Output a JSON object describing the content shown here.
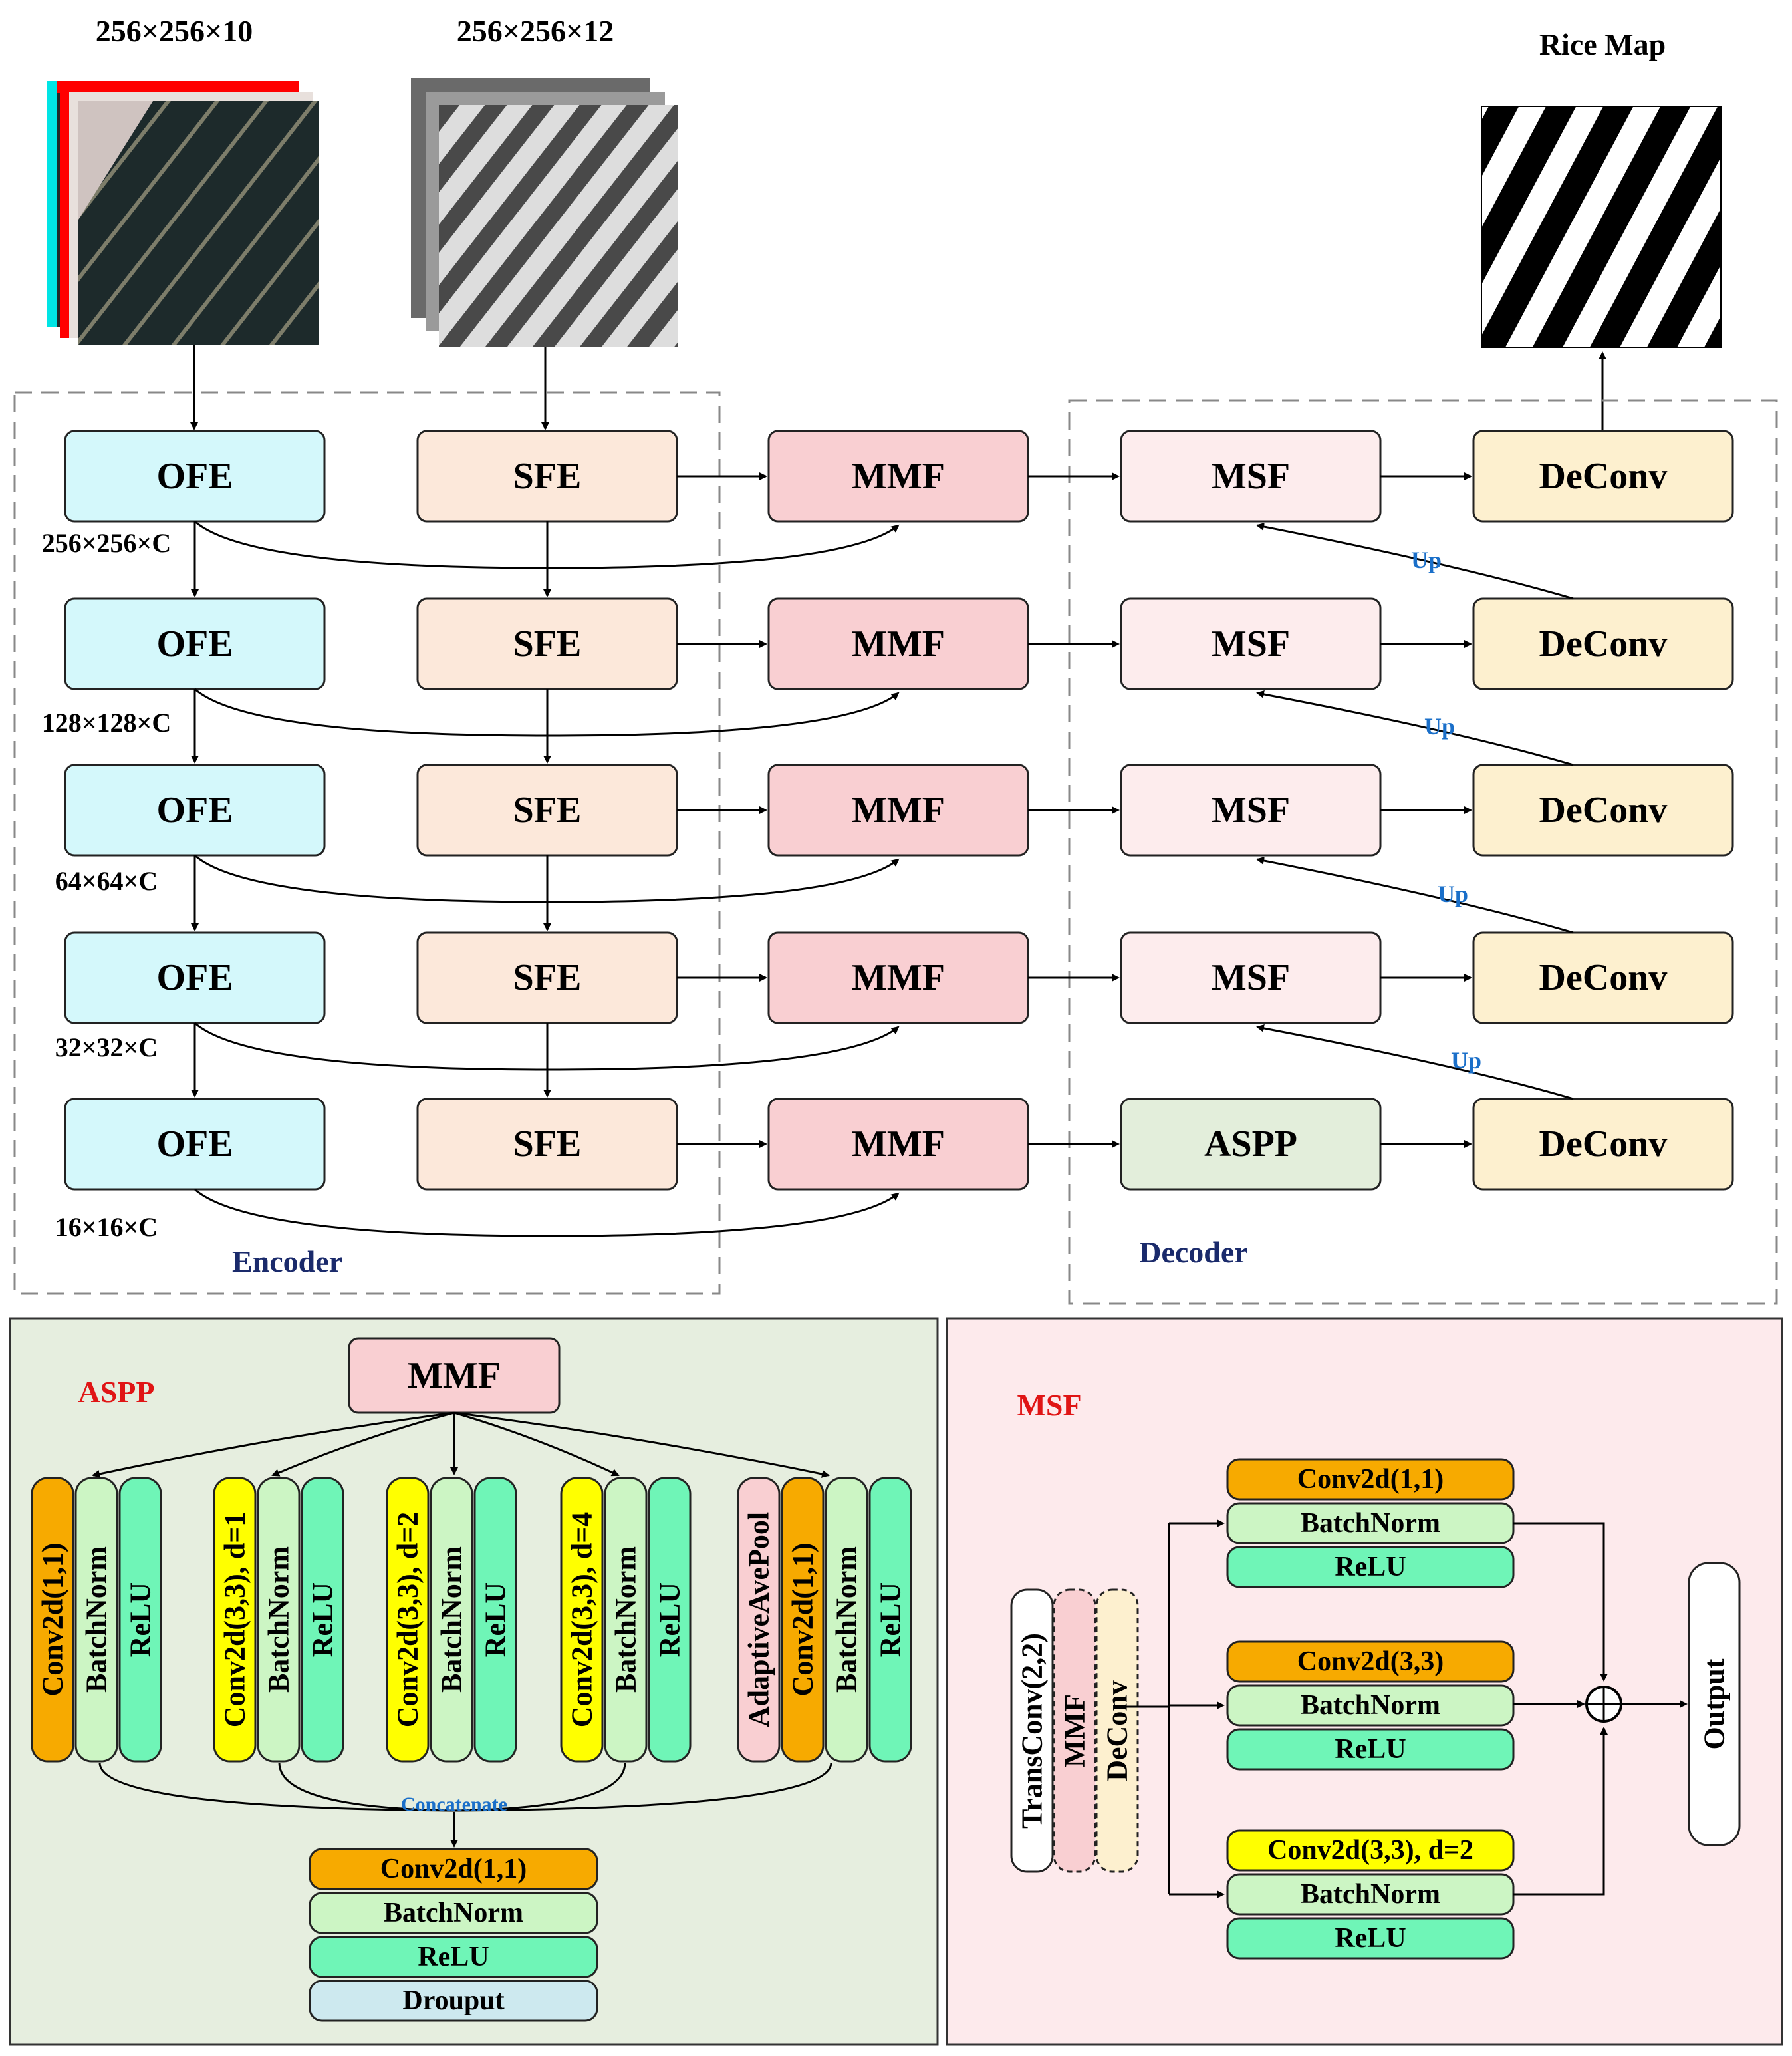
{
  "inputs": {
    "optical_dims": "256×256×10",
    "sar_dims": "256×256×12",
    "output_title": "Rice Map"
  },
  "encoder": {
    "label": "Encoder",
    "optical_block": "OFE",
    "sar_block": "SFE",
    "fusion_block": "MMF",
    "scales": [
      "256×256×C",
      "128×128×C",
      "64×64×C",
      "32×32×C",
      "16×16×C"
    ]
  },
  "decoder": {
    "label": "Decoder",
    "fusion_block": "MSF",
    "bottleneck_block": "ASPP",
    "deconv_block": "DeConv",
    "up_label": "Up"
  },
  "aspp_panel": {
    "title": "ASPP",
    "input": "MMF",
    "branches": [
      [
        "Conv2d(1,1)",
        "BatchNorm",
        "ReLU"
      ],
      [
        "Conv2d(3,3), d=1",
        "BatchNorm",
        "ReLU"
      ],
      [
        "Conv2d(3,3), d=2",
        "BatchNorm",
        "ReLU"
      ],
      [
        "Conv2d(3,3), d=4",
        "BatchNorm",
        "ReLU"
      ],
      [
        "AdaptiveAvePool",
        "Conv2d(1,1)",
        "BatchNorm",
        "ReLU"
      ]
    ],
    "concat_label": "Concatenate",
    "tail": [
      "Conv2d(1,1)",
      "BatchNorm",
      "ReLU",
      "Drouput"
    ]
  },
  "msf_panel": {
    "title": "MSF",
    "inputs": [
      "TransConv(2,2)",
      "MMF",
      "DeConv"
    ],
    "branches": [
      [
        "Conv2d(1,1)",
        "BatchNorm",
        "ReLU"
      ],
      [
        "Conv2d(3,3)",
        "BatchNorm",
        "ReLU"
      ],
      [
        "Conv2d(3,3), d=2",
        "BatchNorm",
        "ReLU"
      ]
    ],
    "output": "Output"
  },
  "colors": {
    "ofe": "#d4f8fb",
    "sfe": "#fce8da",
    "mmf": "#f9cfd2",
    "msf": "#fdeced",
    "aspp": "#e3eedb",
    "deconv": "#fdf0cf",
    "conv_orange": "#f7aa00",
    "conv_yellow": "#ffff00",
    "batchnorm": "#ccf5c4",
    "relu": "#6ff5b7",
    "dropout": "#cde9ef",
    "pool": "#f9cfd2",
    "aspp_panel_bg": "#e6eedf",
    "msf_panel_bg": "#fdeaec"
  }
}
